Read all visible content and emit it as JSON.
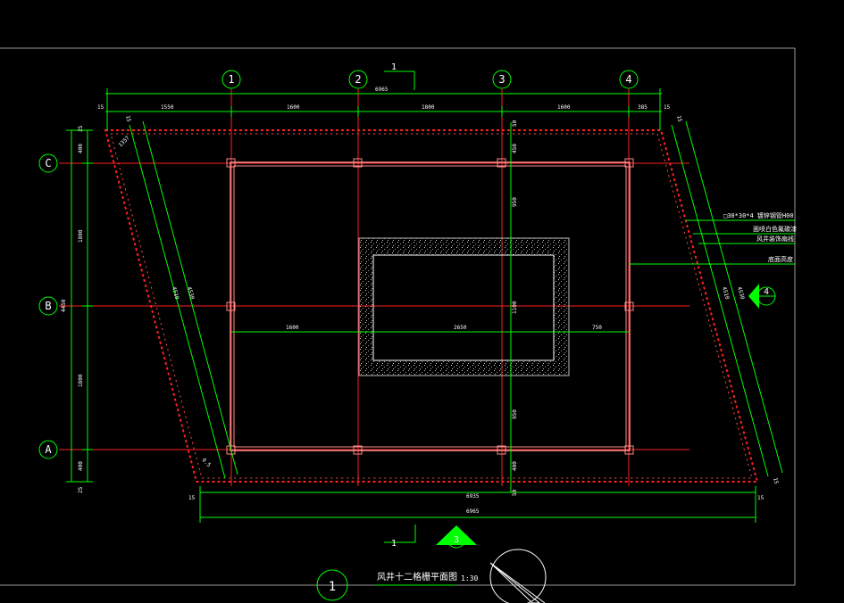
{
  "colors": {
    "background": "#000000",
    "dimension": "#00ff00",
    "axis": "#ff2020",
    "wall": "#ff8c8c",
    "hatch": "#ff3030",
    "text": "#ffffff",
    "frame": "#9a9a9a"
  },
  "axes": {
    "columns": [
      "1",
      "2",
      "3",
      "4"
    ],
    "rows": [
      "C",
      "B",
      "A"
    ]
  },
  "section_marks": {
    "top": "1",
    "bottom": "1",
    "right": "4",
    "bottom_triangle": "3"
  },
  "dims": {
    "top_overall": "6965",
    "top_segments": [
      "15",
      "1550",
      "1600",
      "1800",
      "1600",
      "385",
      "15"
    ],
    "bottom_inner": "6935",
    "bottom_overall": "6965",
    "bottom_left_edge": "15",
    "bottom_right_edge": "15",
    "left_overall": "4450",
    "left_segments": [
      "25",
      "400",
      "1800",
      "1800",
      "400",
      "25"
    ],
    "diag_left_outer": "4530",
    "diag_left_inner": "4510",
    "diag_left_top": "15",
    "diag_left_corner": "1357",
    "diag_left_bottom": "0.5",
    "diag_right_outer": "4530",
    "diag_right_inner": "4510",
    "diag_right_top": "15",
    "diag_right_bottom": "15",
    "center_vertical": [
      "450",
      "950",
      "1100",
      "950",
      "400"
    ],
    "center_top_small": "50",
    "center_bottom_small": "50",
    "center_horizontal": [
      "1600",
      "2650",
      "750"
    ]
  },
  "annotations": {
    "a1": "□30*30*4 镀锌钢管H00",
    "a2": "面喷白色氟碳漆",
    "a3": "风井装饰扇线",
    "a4": "底面高度"
  },
  "title": {
    "number": "1",
    "text": "风井十二格栅平面图",
    "scale": "1:30"
  }
}
